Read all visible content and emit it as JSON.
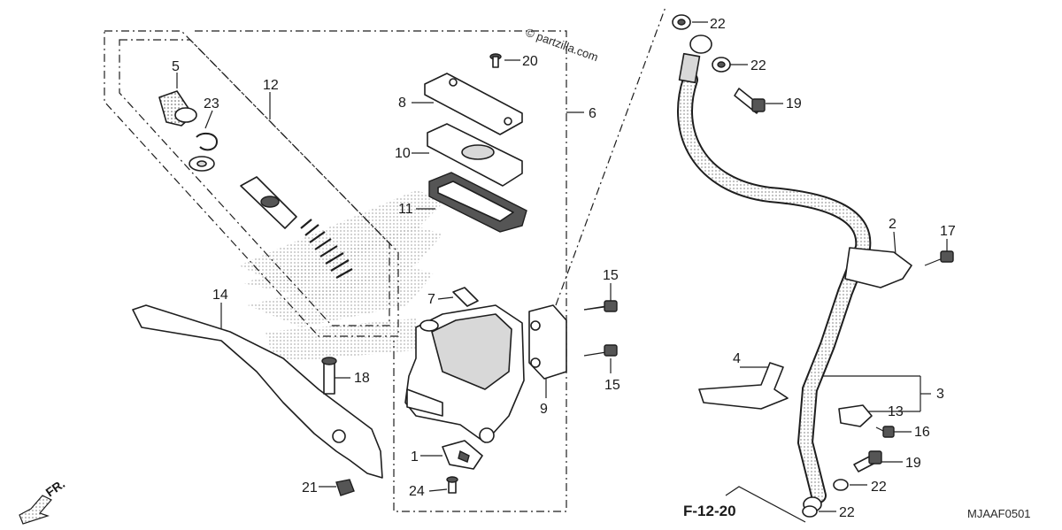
{
  "diagram": {
    "watermark": "© partzilla.com",
    "figure_code": "MJAAF0501",
    "reference": "F-12-20",
    "direction_label": "FR.",
    "callouts": [
      "5",
      "12",
      "23",
      "8",
      "20",
      "6",
      "10",
      "11",
      "7",
      "15",
      "9",
      "15",
      "14",
      "18",
      "1",
      "21",
      "24",
      "22",
      "22",
      "19",
      "2",
      "17",
      "4",
      "3",
      "13",
      "16",
      "19",
      "22",
      "22"
    ]
  }
}
